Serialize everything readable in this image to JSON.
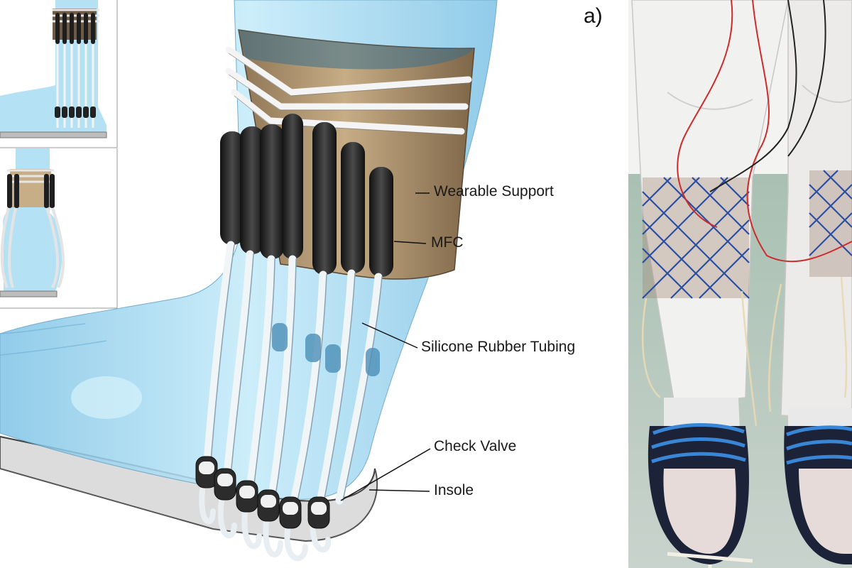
{
  "panel_label": "a)",
  "callouts": {
    "wearable_support": "Wearable Support",
    "mfc": "MFC",
    "tubing": "Silicone Rubber Tubing",
    "check_valve": "Check Valve",
    "insole": "Insole"
  },
  "colors": {
    "leg_tint": "#a8dcf2",
    "support_band": "#b49a76",
    "mfc_black": "#2a2a2a",
    "tube_white": "#eef3f6",
    "insole_grey": "#d7d7d7",
    "photo_floor": "#9fb7a7",
    "suit_white": "#f1f1ef",
    "net_blue": "#2b4fa3",
    "sandal_navy": "#1c2338",
    "sandal_stripe": "#3a86d6"
  }
}
